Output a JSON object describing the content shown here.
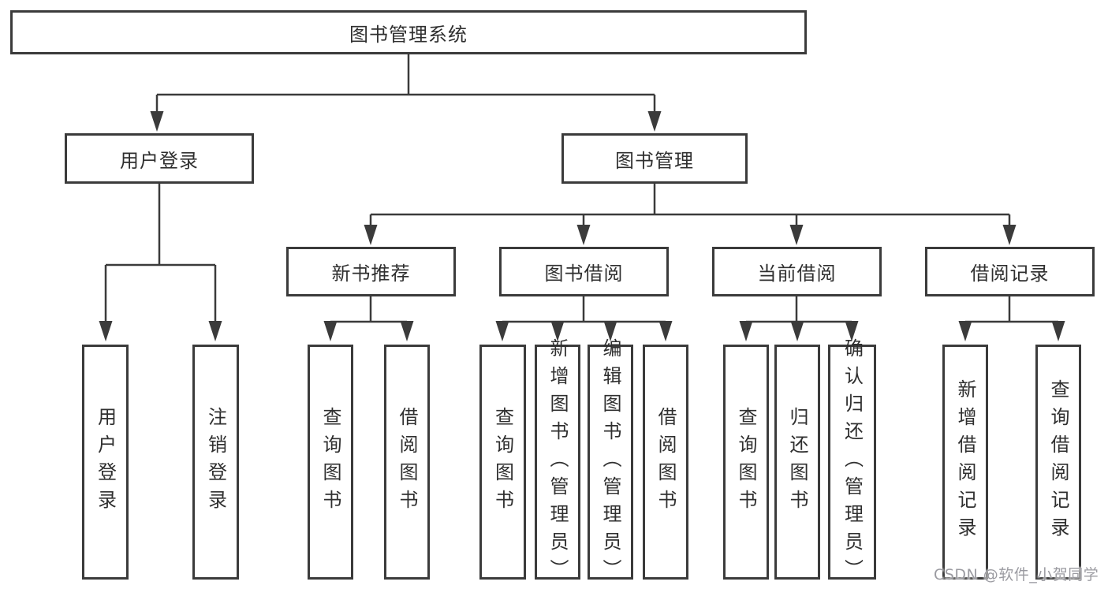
{
  "diagram": {
    "type": "tree-diagram",
    "title": "图书管理系统",
    "watermark": "CSDN @软件_小贺同学",
    "colors": {
      "line": "#3b3b3b",
      "box_border": "#3b3b3b",
      "text": "#2f2f2f",
      "watermark": "#9b9ba1",
      "background": "#ffffff"
    }
  },
  "tree": {
    "root": {
      "label": "图书管理系统"
    },
    "branches": [
      {
        "label": "用户登录",
        "leaves": [
          "用户登录",
          "注销登录"
        ]
      },
      {
        "label": "图书管理",
        "children": [
          {
            "label": "新书推荐",
            "leaves": [
              "查询图书",
              "借阅图书"
            ]
          },
          {
            "label": "图书借阅",
            "leaves": [
              "查询图书",
              "新增图书（管理员）",
              "编辑图书（管理员）",
              "借阅图书"
            ]
          },
          {
            "label": "当前借阅",
            "leaves": [
              "查询图书",
              "归还图书",
              "确认归还（管理员）"
            ]
          },
          {
            "label": "借阅记录",
            "leaves": [
              "新增借阅记录",
              "查询借阅记录"
            ]
          }
        ]
      }
    ]
  }
}
